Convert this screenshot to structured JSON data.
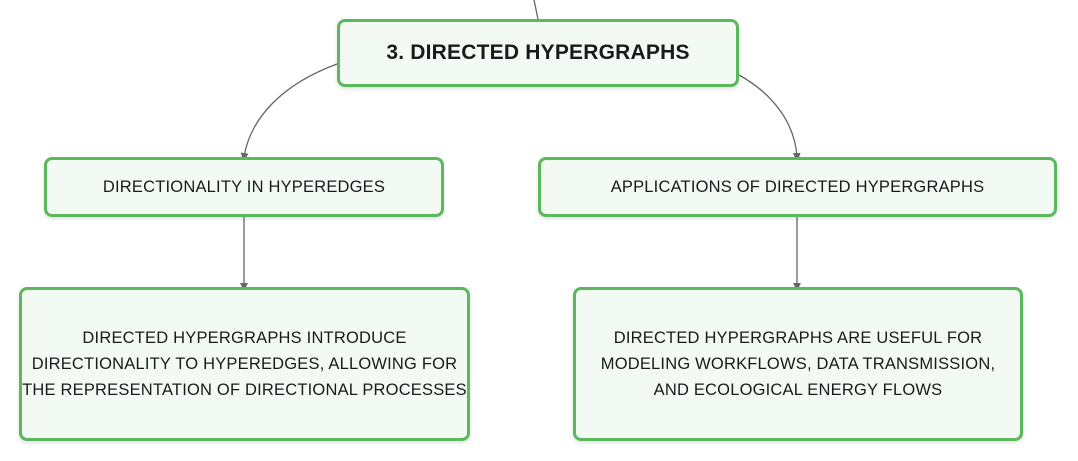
{
  "diagram": {
    "root": {
      "label": "3. DIRECTED HYPERGRAPHS"
    },
    "branches": [
      {
        "label": "DIRECTIONALITY IN HYPEREDGES",
        "detail": "DIRECTED HYPERGRAPHS INTRODUCE\nDIRECTIONALITY TO HYPEREDGES, ALLOWING FOR\nTHE REPRESENTATION OF DIRECTIONAL PROCESSES"
      },
      {
        "label": "APPLICATIONS OF DIRECTED HYPERGRAPHS",
        "detail": "DIRECTED HYPERGRAPHS ARE USEFUL FOR\nMODELING WORKFLOWS, DATA TRANSMISSION,\nAND ECOLOGICAL ENERGY FLOWS"
      }
    ],
    "colors": {
      "node_border": "#5cb85c",
      "node_fill": "#f3faf3",
      "connector": "#666666"
    }
  }
}
